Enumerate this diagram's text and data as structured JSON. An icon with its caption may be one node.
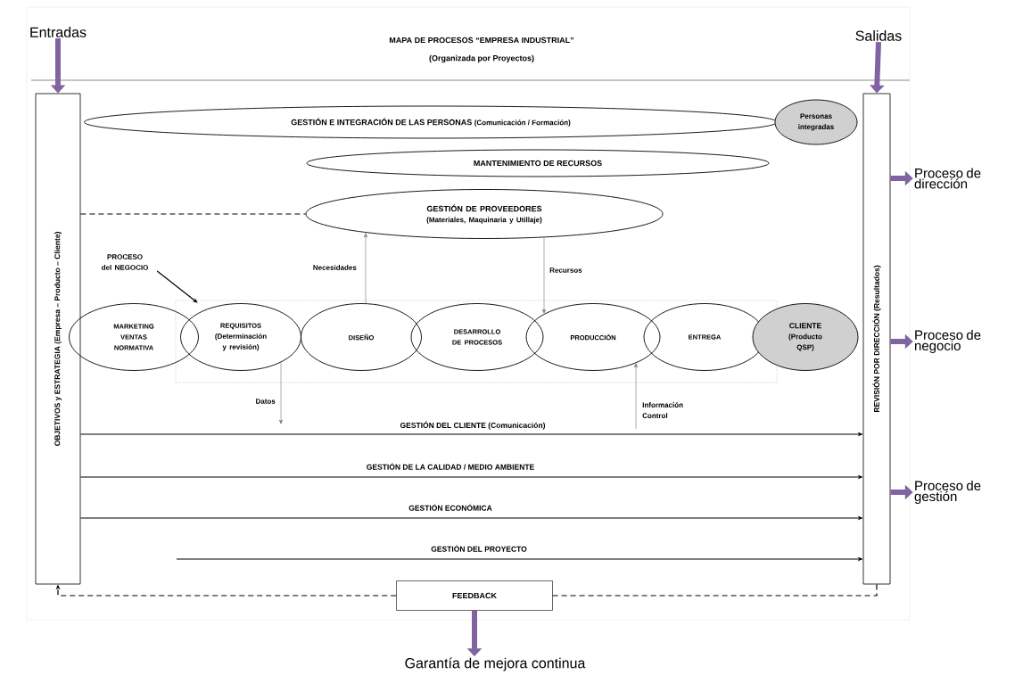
{
  "diagram": {
    "title": "MAPA DE PROCESOS “EMPRESA INDUSTRIAL”",
    "nodes": [
      {
        "text": [
          "Entradas"
        ]
      },
      {
        "text": [
          "Salidas"
        ]
      },
      {
        "text": [
          "OBJETIVOS y ESTRATEGIA (Empresa – Producto – Cliente)"
        ]
      },
      {
        "text": [
          "REVISIÓN POR DIRECCIÓN (Resultados)"
        ]
      },
      {
        "text": [
          "GESTIÓN E INTEGRACIÓN DE LAS PERSONAS",
          "(Comunicación / Formación)"
        ]
      },
      {
        "text": [
          "Personas integradas"
        ]
      },
      {
        "text": [
          "MANTENIMIENTO DE RECURSOS"
        ]
      },
      {
        "text": [
          "GESTIÓN DE PROVEEDORES",
          "(Materiales, Maquinaria y Utillaje)"
        ]
      },
      {
        "text": [],
        "shape": "box"
      },
      {
        "text": [
          "PROCESO del NEGOCIO"
        ]
      },
      {
        "text": [
          "MARKETING VENTAS NORMATIVA"
        ]
      },
      {
        "text": [
          "REQUISITOS",
          "(Determinación y revisión)"
        ],
        "in": 8
      },
      {
        "text": [
          "DISEÑO"
        ],
        "in": 8
      },
      {
        "text": [
          "DESARROLLO DE PROCESOS"
        ],
        "in": 8
      },
      {
        "text": [
          "PRODUCCIÓN"
        ],
        "in": 8
      },
      {
        "text": [
          "ENTREGA"
        ],
        "in": 8
      },
      {
        "text": [
          "CLIENTE",
          "(Producto QSP)"
        ]
      },
      {
        "text": [
          "FEEDBACK"
        ]
      },
      {
        "text": [
          "Proceso de dirección"
        ]
      },
      {
        "text": [
          "Proceso de negocio"
        ]
      },
      {
        "text": [
          "Proceso de gestión"
        ]
      },
      {
        "text": [
          "Garantía de mejora continua"
        ]
      }
    ],
    "edges": [
      {
        "from": 0,
        "to": 2,
        "arrow": "to",
        "style": "thick",
        "color": "#8064a2"
      },
      {
        "from": 1,
        "to": 3,
        "arrow": "to",
        "style": "thick",
        "color": "#8064a2"
      },
      {
        "from": 3,
        "to": 18,
        "arrow": "to",
        "style": "thick",
        "color": "#8064a2"
      },
      {
        "from": 3,
        "to": 19,
        "arrow": "to",
        "style": "thick",
        "color": "#8064a2"
      },
      {
        "from": 3,
        "to": 20,
        "arrow": "to",
        "style": "thick",
        "color": "#8064a2"
      },
      {
        "from": 17,
        "to": 21,
        "arrow": "to",
        "style": "thick",
        "color": "#8064a2"
      },
      {
        "from": 2,
        "to": 7,
        "arrow": "none",
        "style": "dashed"
      },
      {
        "from": 12,
        "to": 7,
        "arrow": "to",
        "label": "Necesidades",
        "color": "#777777"
      },
      {
        "from": 7,
        "to": 14,
        "arrow": "to",
        "label": "Recursos",
        "color": "#777777"
      },
      {
        "from": 11,
        "to": null,
        "arrow": "to",
        "label": "Datos",
        "color": "#777777"
      },
      {
        "from": null,
        "to": 14,
        "arrow": "to",
        "label": "Información Control",
        "color": "#777777"
      },
      {
        "from": 9,
        "to": 8,
        "arrow": "to"
      },
      {
        "from": 2,
        "to": 3,
        "arrow": "to",
        "label": "GESTIÓN DEL CLIENTE (Comunicación)"
      },
      {
        "from": 2,
        "to": 3,
        "arrow": "to",
        "label": "GESTIÓN DE LA CALIDAD / MEDIO AMBIENTE"
      },
      {
        "from": 2,
        "to": 3,
        "arrow": "to",
        "label": "GESTIÓN ECONÓMICA"
      },
      {
        "from": null,
        "to": 3,
        "arrow": "to",
        "label": "GESTIÓN DEL PROYECTO"
      },
      {
        "from": 3,
        "to": 17,
        "arrow": "none",
        "style": "dashed"
      },
      {
        "from": 17,
        "to": 2,
        "arrow": "to",
        "style": "dashed"
      }
    ],
    "labels": [
      "(Organizada por Proyectos)"
    ]
  }
}
